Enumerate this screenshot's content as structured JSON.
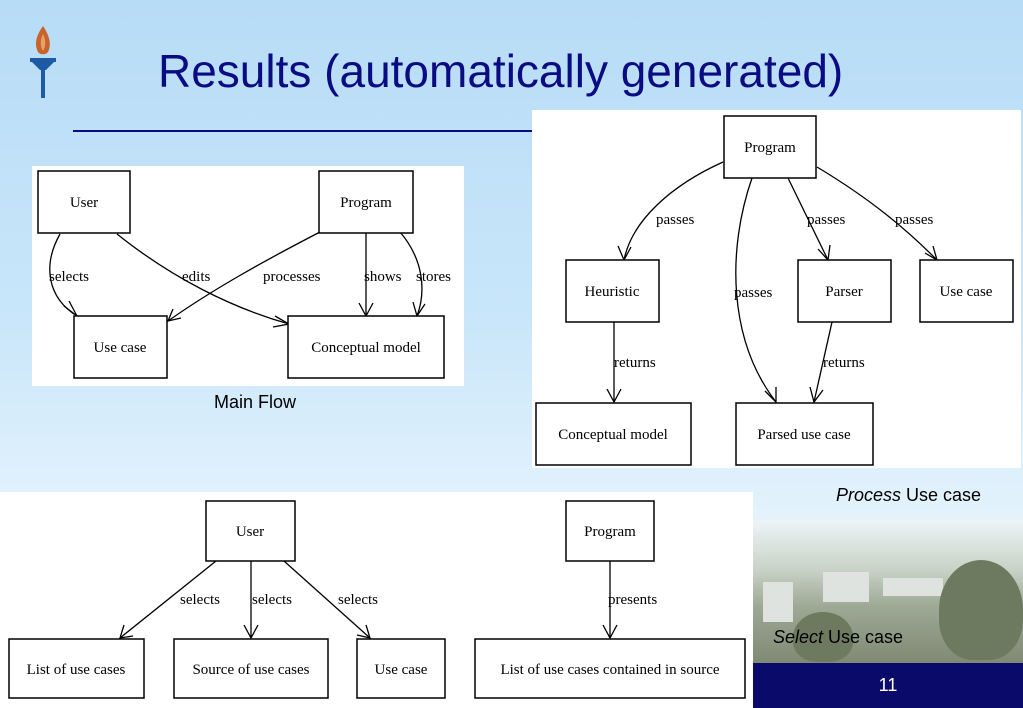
{
  "slide": {
    "title": "Results (automatically generated)",
    "page_number": "11"
  },
  "captions": {
    "main_flow": "Main Flow",
    "process_em": "Process",
    "process_rest": " Use case",
    "select_em": "Select",
    "select_rest": " Use case"
  },
  "diagrams": {
    "main_flow": {
      "nodes": {
        "user": "User",
        "program": "Program",
        "use_case": "Use case",
        "conceptual_model": "Conceptual model"
      },
      "edges": {
        "selects": "selects",
        "edits": "edits",
        "processes": "processes",
        "shows": "shows",
        "stores": "stores"
      }
    },
    "process_use_case": {
      "nodes": {
        "program": "Program",
        "heuristic": "Heuristic",
        "parser": "Parser",
        "use_case": "Use case",
        "conceptual_model": "Conceptual model",
        "parsed_use_case": "Parsed use case"
      },
      "edges": {
        "passes_heuristic": "passes",
        "passes_parsed": "passes",
        "passes_parser": "passes",
        "passes_use_case": "passes",
        "returns_heuristic": "returns",
        "returns_parser": "returns"
      }
    },
    "select_use_case": {
      "nodes": {
        "user": "User",
        "program": "Program",
        "list_of_use_cases": "List of use cases",
        "source_of_use_cases": "Source of use cases",
        "use_case": "Use case",
        "list_contained": "List of use cases contained in source"
      },
      "edges": {
        "selects_list": "selects",
        "selects_source": "selects",
        "selects_use_case": "selects",
        "presents": "presents"
      }
    }
  },
  "colors": {
    "title": "#0b0b82",
    "footer_bar": "#0a0a6b",
    "logo_flame": "#c8632c",
    "logo_torch": "#1d5aa6"
  },
  "icons": {
    "logo": "torch-icon"
  }
}
